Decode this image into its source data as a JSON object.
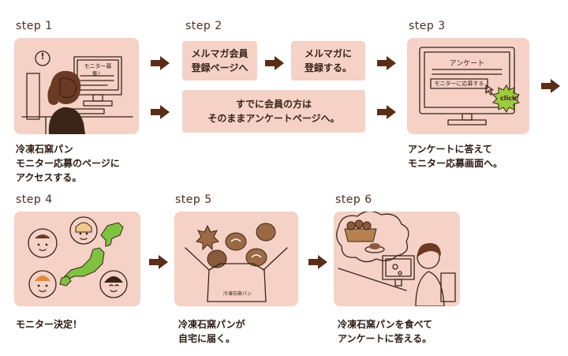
{
  "steps": [
    {
      "label": "step 1",
      "caption": "冷凍石窯パン\nモニター応募のページに\nアクセスする。",
      "screen_text": "モニター募集！",
      "alert": "!"
    },
    {
      "label": "step 2",
      "box_a": "メルマガ会員\n登録ページへ",
      "box_b": "メルマガに\n登録する。",
      "box_c": "すでに会員の方は\nそのままアンケートページへ。"
    },
    {
      "label": "step 3",
      "caption": "アンケートに答えて\nモニター応募画面へ。",
      "window_title": "アンケート",
      "window_button": "モニターに応募する",
      "badge": "click!"
    },
    {
      "label": "step 4",
      "caption": "モニター決定！"
    },
    {
      "label": "step 5",
      "caption": "冷凍石窯パンが\n自宅に届く。",
      "box_print": "冷凍石窯パン"
    },
    {
      "label": "step 6",
      "caption": "冷凍石窯パンを食べて\nアンケートに答える。"
    }
  ],
  "colors": {
    "panel": "#f5d1c6",
    "arrow": "#5a2d17",
    "ink": "#3a2418",
    "badge": "#9ccc3c"
  }
}
